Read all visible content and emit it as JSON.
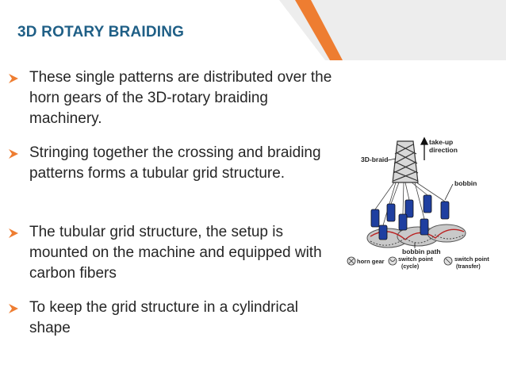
{
  "slide": {
    "title": "3D ROTARY BRAIDING",
    "accent_color": "#ee7d31",
    "title_color": "#1f5f86"
  },
  "bullets": [
    {
      "text": "These single patterns are distributed over the horn gears of the 3D-rotary braiding machinery."
    },
    {
      "text": "Stringing together the crossing and braiding patterns forms a tubular grid structure."
    },
    {
      "text": "The tubular grid structure, the setup is mounted on the machine and equipped with carbon fibers"
    },
    {
      "text": "To keep the grid structure in a cylindrical shape"
    }
  ],
  "figure": {
    "labels": {
      "braid": "3D-braid",
      "takeup_line1": "take-up",
      "takeup_line2": "direction",
      "bobbin": "bobbin",
      "bobbin_path": "bobbin path"
    },
    "legend": {
      "horn_gear": "horn gear",
      "switch_cycle_line1": "switch point",
      "switch_cycle_line2": "(cycle)",
      "switch_transfer_line1": "switch point",
      "switch_transfer_line2": "(transfer)"
    }
  }
}
